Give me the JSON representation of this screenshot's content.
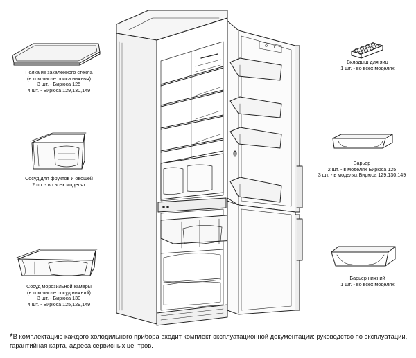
{
  "labels": {
    "glass_shelf": [
      "Полка из закаленного стекла",
      "(в том числе полка нижняя)",
      "3 шт. - Бирюса 125",
      "4 шт. - Бирюса 129,130,149"
    ],
    "fruit_bin": [
      "Сосуд для фруктов и овощей",
      "2 шт. - во всех моделях"
    ],
    "freezer_bin": [
      "Сосуд морозильной камеры",
      "(в том числе сосуд нижний)",
      "3 шт. - Бирюса 130",
      "4 шт. - Бирюса 125,129,149"
    ],
    "egg_tray": [
      "Вкладыш для яиц",
      "1 шт. - во всех моделях"
    ],
    "barrier": [
      "Барьер",
      "2 шт. - в моделях Бирюса 125",
      "3 шт. - в моделях Бирюса 129,130,149"
    ],
    "barrier_bottom": [
      "Барьер нижний",
      "1 шт. - во всех моделях"
    ]
  },
  "footnote": {
    "asterisk": "*",
    "text": "В комплектацию каждого холодильного прибора входит комплект эксплуатационной документации: руководство по эксплуатации, гарантийная карта, адреса сервисных центров."
  },
  "icons": [
    "glass-shelf-icon",
    "fruit-bin-icon",
    "freezer-bin-icon",
    "egg-tray-icon",
    "door-barrier-icon",
    "bottom-barrier-icon",
    "refrigerator-illustration"
  ]
}
